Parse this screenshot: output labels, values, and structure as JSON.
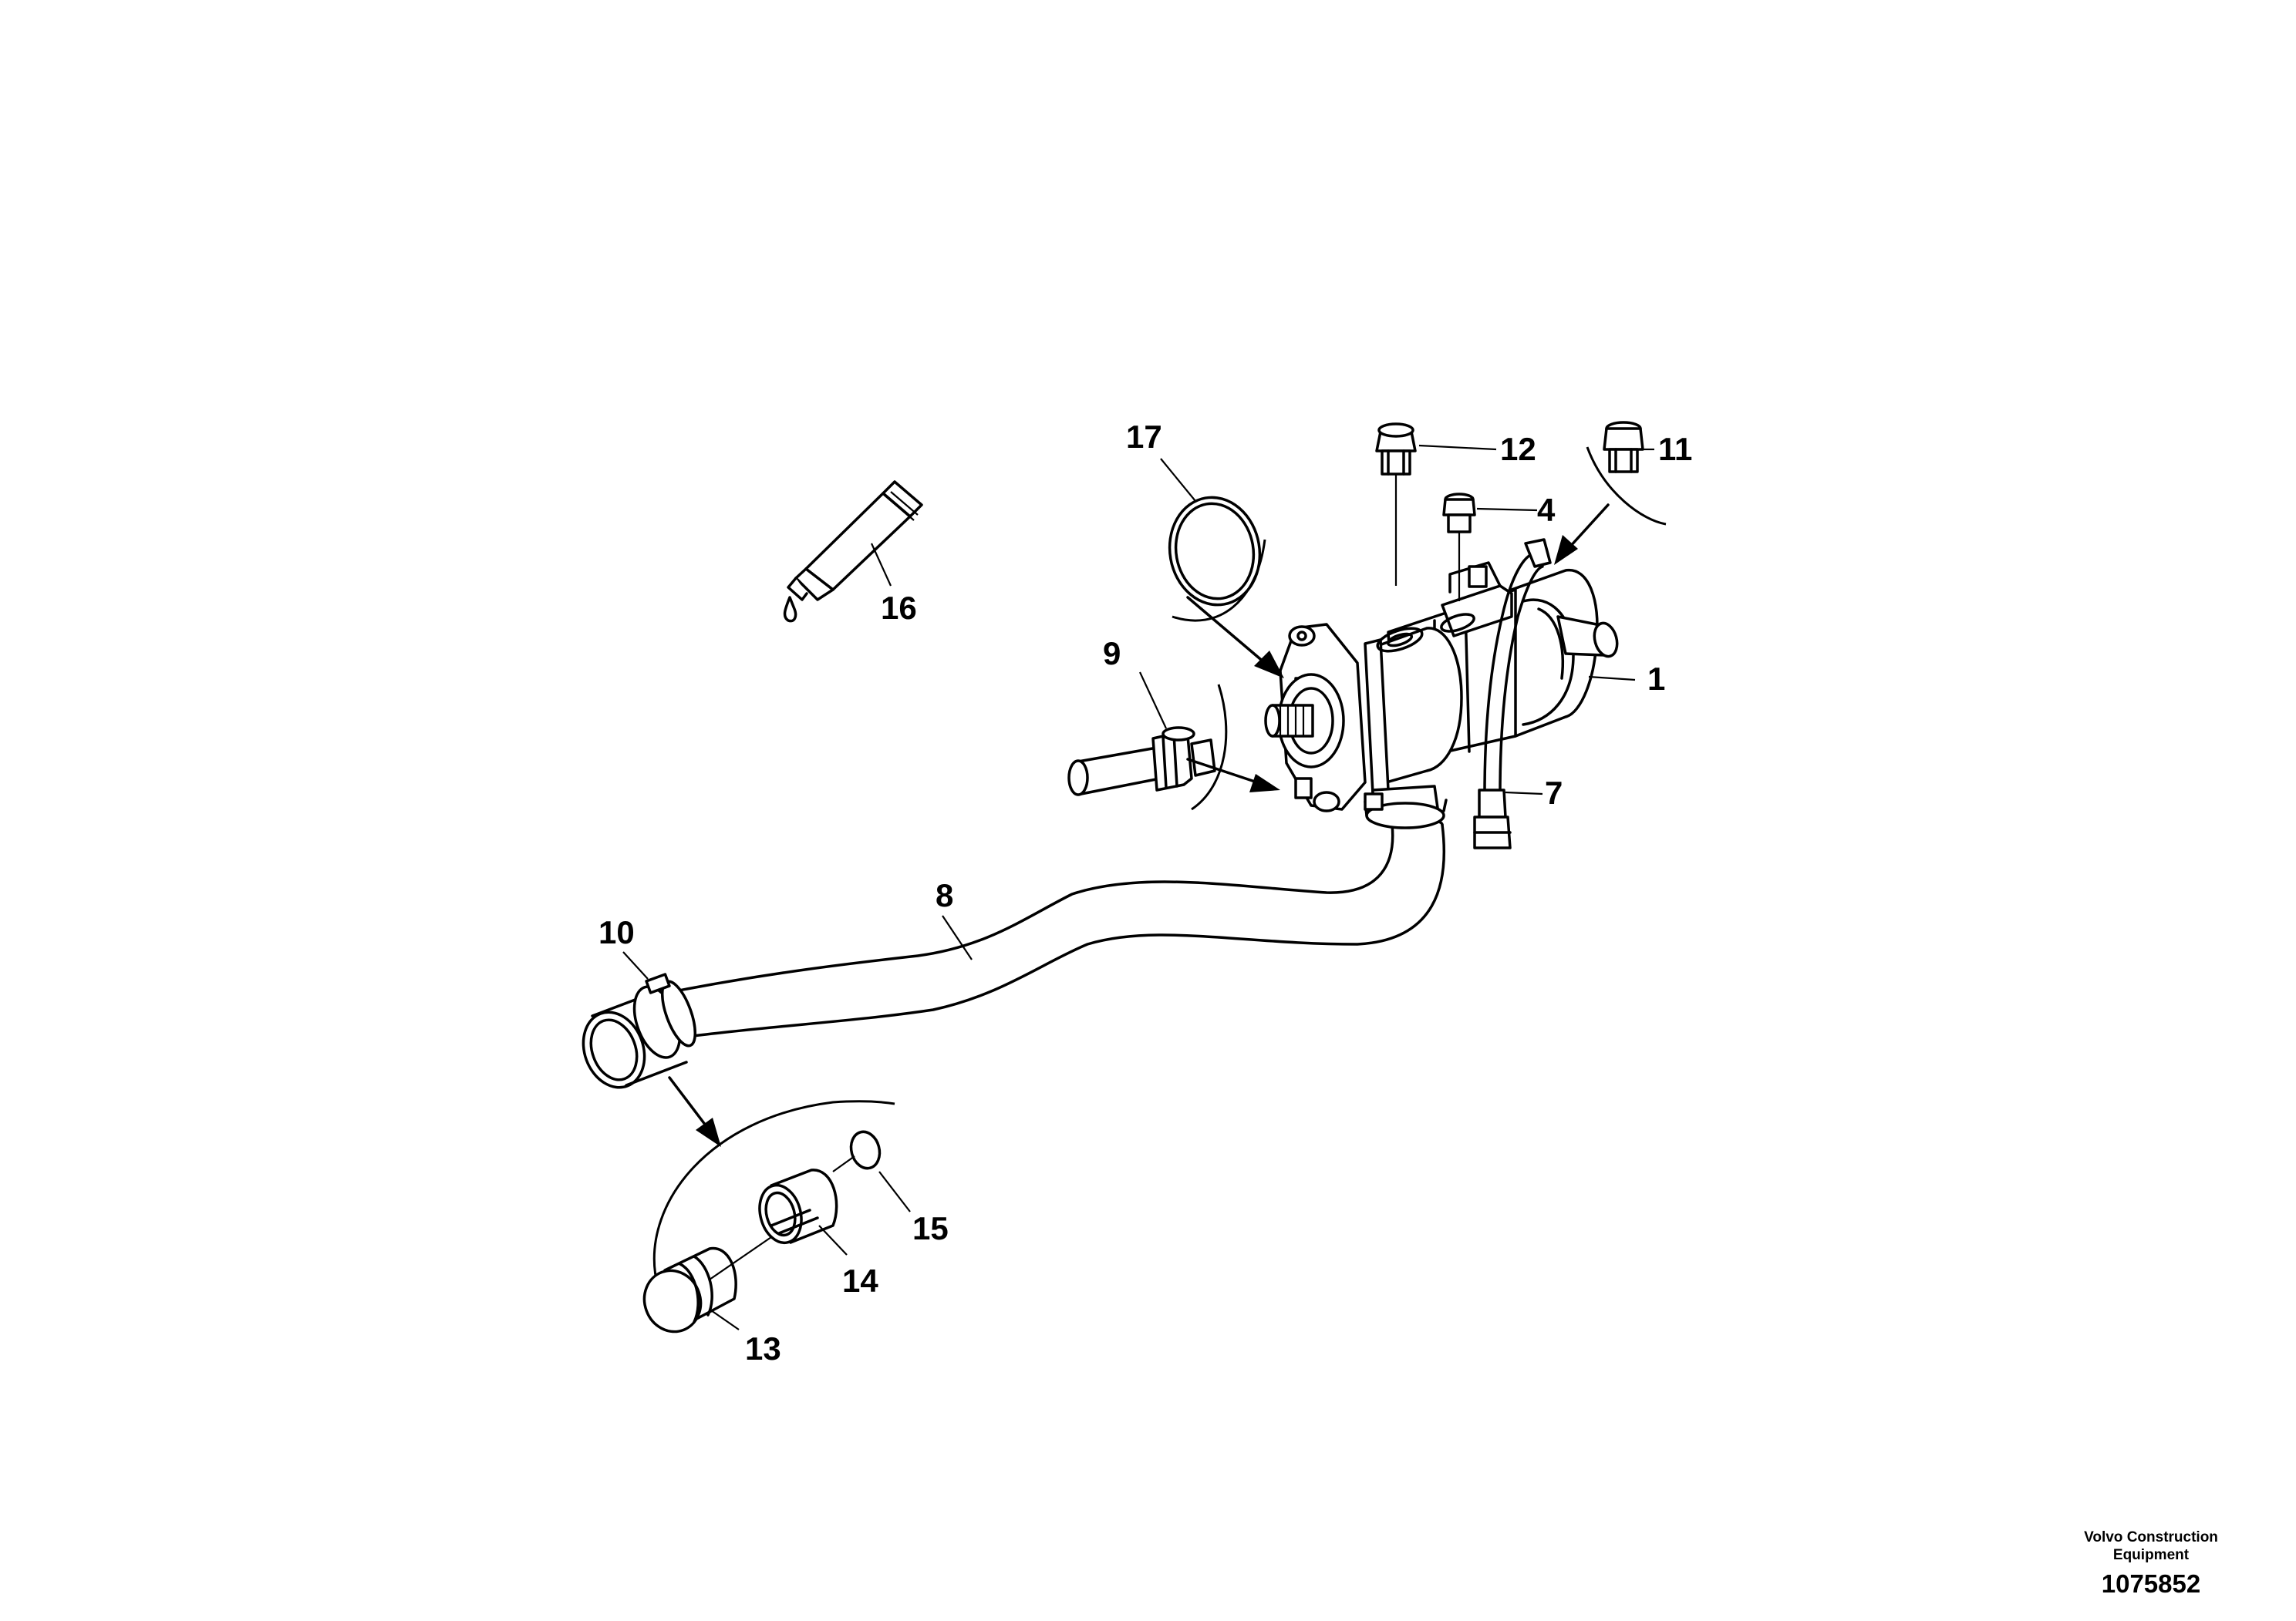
{
  "callouts": {
    "c1": "1",
    "c4": "4",
    "c7": "7",
    "c8": "8",
    "c9": "9",
    "c10": "10",
    "c11": "11",
    "c12": "12",
    "c13": "13",
    "c14": "14",
    "c15": "15",
    "c16": "16",
    "c17": "17"
  },
  "footer": {
    "company_line1": "Volvo Construction",
    "company_line2": "Equipment",
    "drawing_number": "1075852"
  }
}
